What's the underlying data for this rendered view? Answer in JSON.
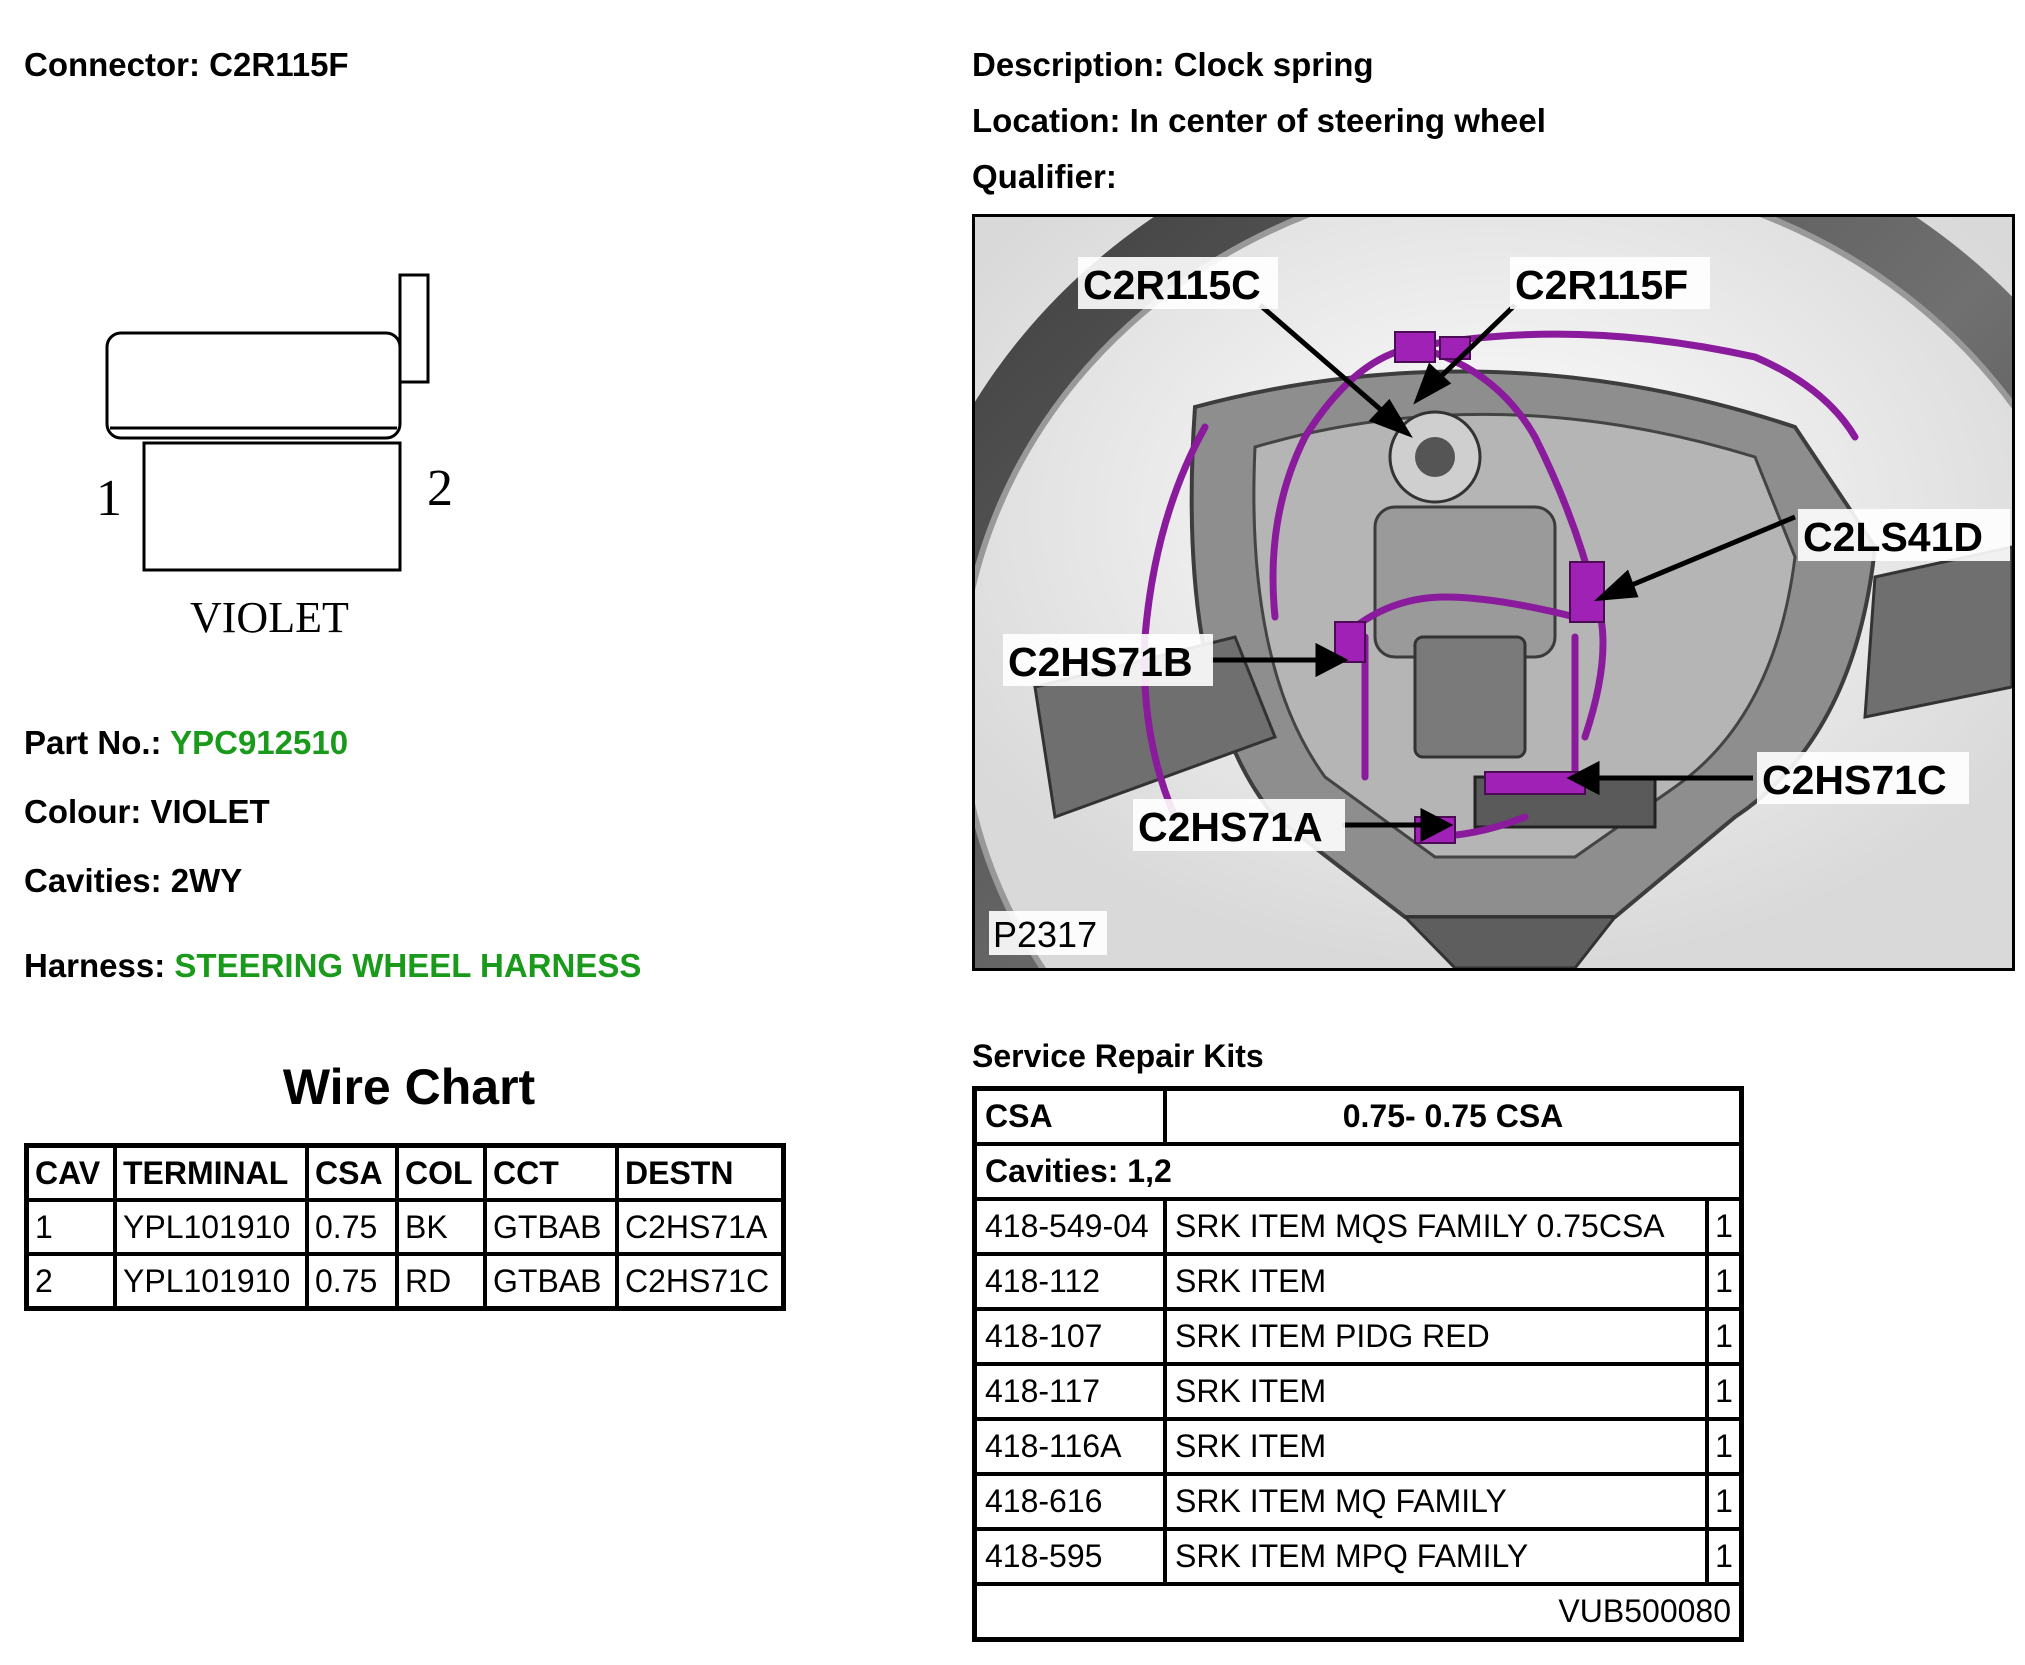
{
  "connector": {
    "label": "Connector:",
    "value": "C2R115F"
  },
  "description": {
    "label": "Description:",
    "value": "Clock spring"
  },
  "location": {
    "label": "Location:",
    "value": "In center of steering wheel"
  },
  "qualifier": {
    "label": "Qualifier:",
    "value": ""
  },
  "connector_drawing": {
    "pin1": "1",
    "pin2": "2",
    "colour_label": "VIOLET"
  },
  "part_no": {
    "label": "Part No.:",
    "value": "YPC912510"
  },
  "colour": {
    "label": "Colour:",
    "value": "VIOLET"
  },
  "cavities": {
    "label": "Cavities:",
    "value": "2WY"
  },
  "harness": {
    "label": "Harness:",
    "value": "STEERING WHEEL HARNESS"
  },
  "link_color": "#1a9a1a",
  "wire_chart": {
    "title": "Wire Chart",
    "headers": [
      "CAV",
      "TERMINAL",
      "CSA",
      "COL",
      "CCT",
      "DESTN"
    ],
    "rows": [
      [
        "1",
        "YPL101910",
        "0.75",
        "BK",
        "GTBAB",
        "C2HS71A"
      ],
      [
        "2",
        "YPL101910",
        "0.75",
        "RD",
        "GTBAB",
        "C2HS71C"
      ]
    ]
  },
  "figure": {
    "callouts": [
      "C2R115C",
      "C2R115F",
      "C2LS41D",
      "C2HS71B",
      "C2HS71C",
      "C2HS71A"
    ],
    "figure_id": "P2317"
  },
  "service_kits": {
    "title": "Service Repair Kits",
    "csa_label": "CSA",
    "csa_value": "0.75- 0.75 CSA",
    "cavities": "Cavities: 1,2",
    "items": [
      {
        "part": "418-549-04",
        "desc": "SRK ITEM MQS FAMILY 0.75CSA",
        "qty": "1"
      },
      {
        "part": "418-112",
        "desc": "SRK ITEM",
        "qty": "1"
      },
      {
        "part": "418-107",
        "desc": "SRK ITEM PIDG RED",
        "qty": "1"
      },
      {
        "part": "418-117",
        "desc": "SRK ITEM",
        "qty": "1"
      },
      {
        "part": "418-116A",
        "desc": "SRK ITEM",
        "qty": "1"
      },
      {
        "part": "418-616",
        "desc": "SRK ITEM MQ FAMILY",
        "qty": "1"
      },
      {
        "part": "418-595",
        "desc": "SRK ITEM MPQ FAMILY",
        "qty": "1"
      }
    ],
    "footer": "VUB500080"
  }
}
